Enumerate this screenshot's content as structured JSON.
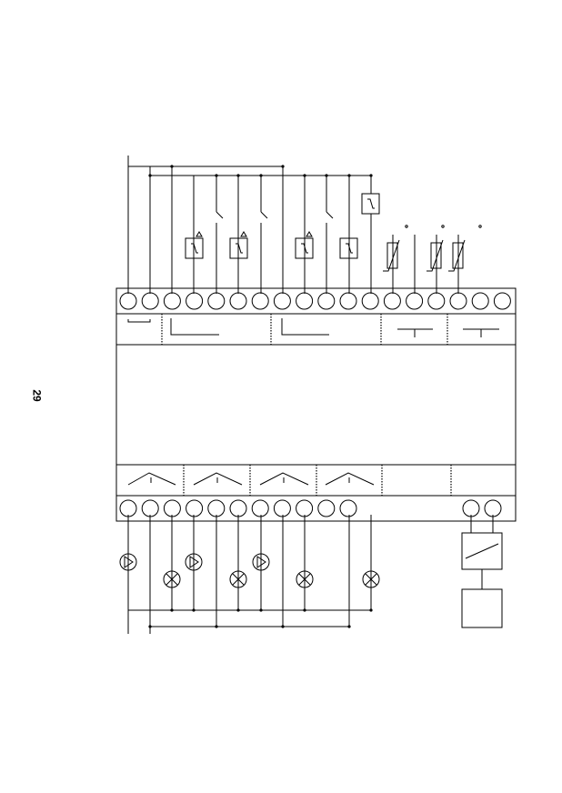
{
  "page": {
    "number": "29"
  },
  "colors": {
    "ink": "#000000",
    "background": "#ffffff"
  },
  "diagram": {
    "top_terminal_count": 18,
    "bottom_terminal_count": 13,
    "top_modules": [
      {
        "kind": "bracket"
      },
      {
        "kind": "relay-group"
      },
      {
        "kind": "relay-group"
      },
      {
        "kind": "sensor-input"
      },
      {
        "kind": "sensor-input"
      }
    ],
    "bottom_modules": [
      {
        "kind": "output"
      },
      {
        "kind": "output"
      },
      {
        "kind": "output"
      },
      {
        "kind": "output"
      },
      {
        "kind": "blank"
      },
      {
        "kind": "blank"
      }
    ],
    "icons": [
      "pump-icon",
      "lamp-icon",
      "switch-icon",
      "sensor-icon",
      "converter-icon"
    ]
  }
}
